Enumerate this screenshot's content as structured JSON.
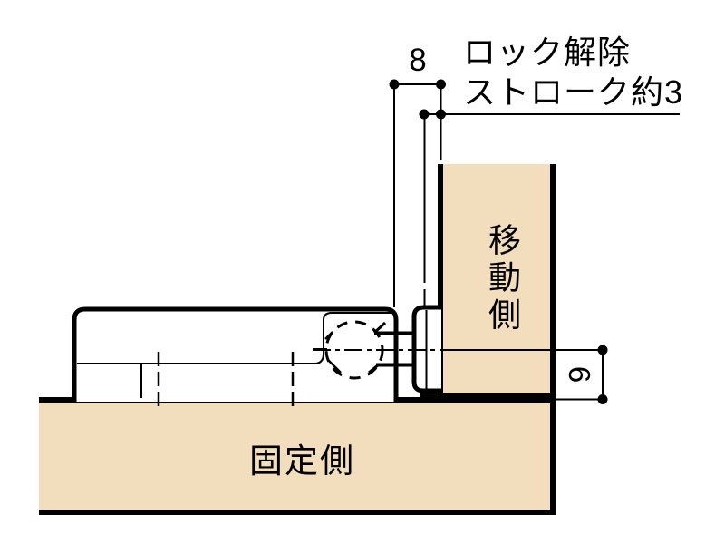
{
  "annotation": {
    "line1": "ロック解除",
    "line2": "ストローク約3"
  },
  "dimensions": {
    "gap_width": "8",
    "overlap_height": "6"
  },
  "labels": {
    "moving_side": "移動側",
    "fixed_side": "固定側"
  },
  "colors": {
    "panel_fill": "#f2debc",
    "line": "#000000",
    "background": "#ffffff"
  }
}
